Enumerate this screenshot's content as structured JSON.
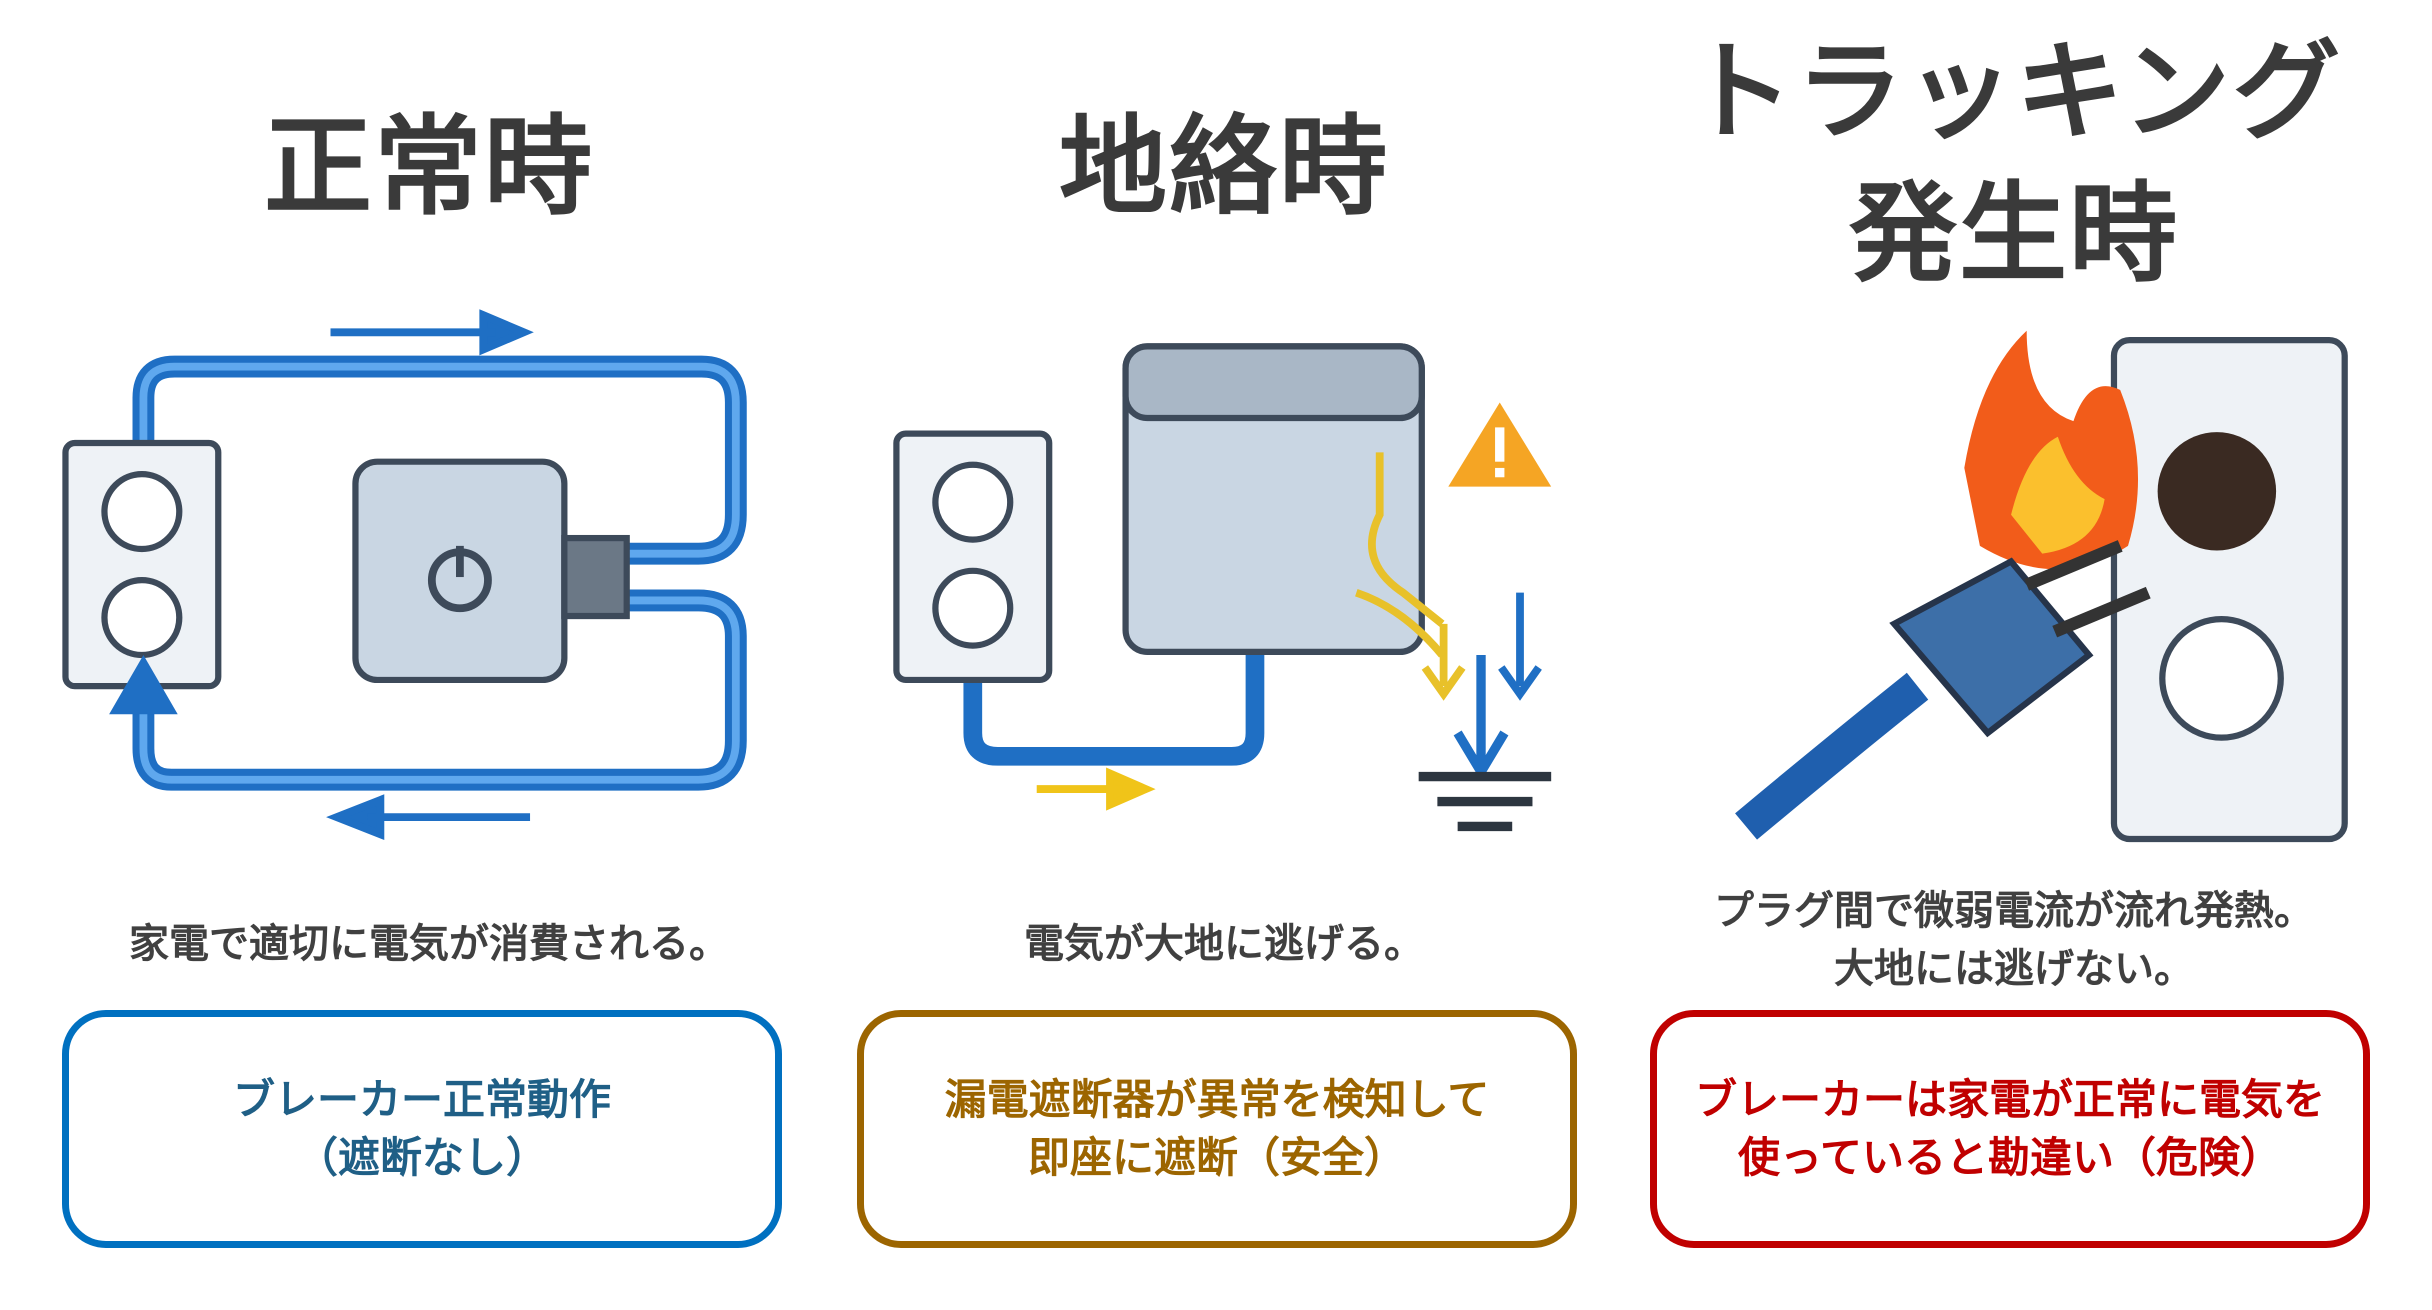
{
  "panels": [
    {
      "title_lines": [
        "正常時"
      ],
      "caption_lines": [
        "家電で適切に電気が消費される。"
      ],
      "result_lines": [
        "ブレーカー正常動作",
        "（遮断なし）"
      ],
      "color": "#0070c0",
      "text_color": "#1f5f86"
    },
    {
      "title_lines": [
        "地絡時"
      ],
      "caption_lines": [
        "電気が大地に逃げる。"
      ],
      "result_lines": [
        "漏電遮断器が異常を検知して",
        "即座に遮断（安全）"
      ],
      "color": "#9c6500",
      "text_color": "#9c6500"
    },
    {
      "title_lines": [
        "トラッキング",
        "発生時"
      ],
      "caption_lines": [
        "プラグ間で微弱電流が流れ発熱。",
        "大地には逃げない。"
      ],
      "result_lines": [
        "ブレーカーは家電が正常に電気を",
        "使っていると勘違い（危険）"
      ],
      "color": "#c00000",
      "text_color": "#c00000"
    }
  ]
}
